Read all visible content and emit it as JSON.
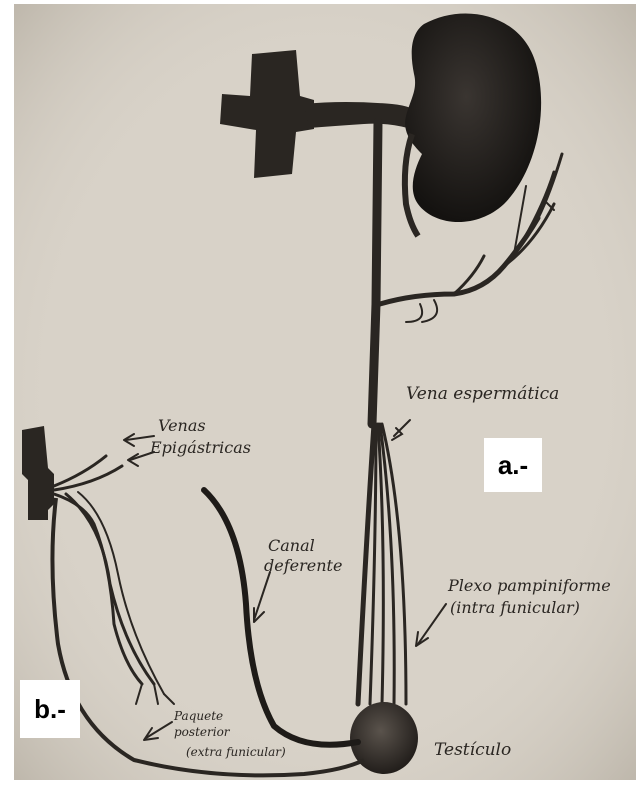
{
  "figure": {
    "labels": {
      "vena_espermatica": "Vena espermática",
      "venas": "Venas",
      "epigastricas": "Epigástricas",
      "canal": "Canal",
      "deferente": "deferente",
      "plexo_line1": "Plexo pampiniforme",
      "plexo_line2": "(intra funicular)",
      "paquete": "Paquete",
      "posterior": "posterior",
      "extra_funicular": "(extra funicular)",
      "testiculo": "Testículo"
    },
    "panel_labels": {
      "a": "a.-",
      "b": "b.-"
    },
    "colors": {
      "paper": "#d8d2c8",
      "ink": "#2a2622",
      "kidney": "#1c1917"
    }
  }
}
